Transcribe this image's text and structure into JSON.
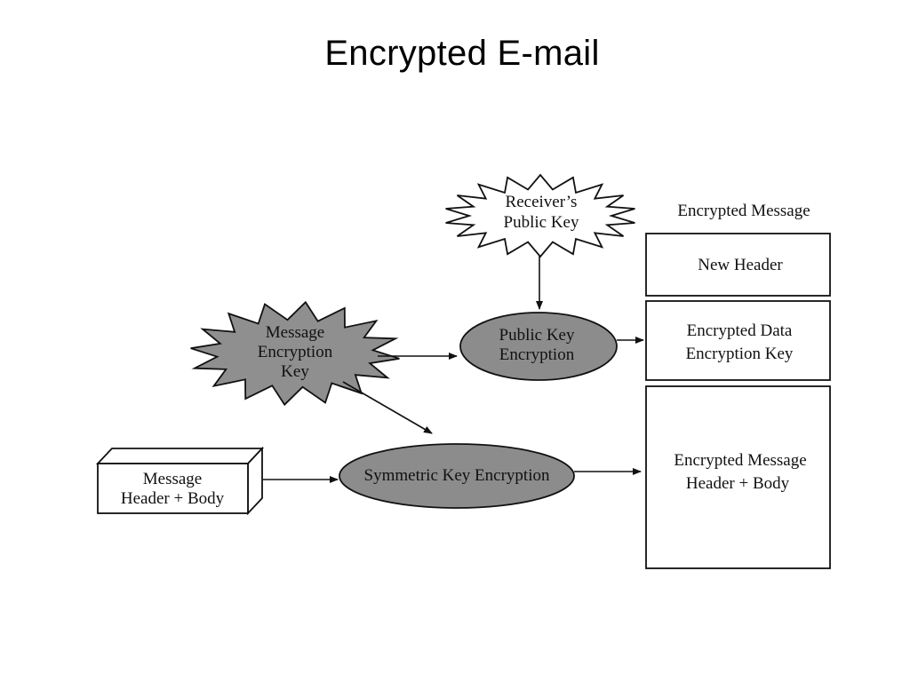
{
  "slide": {
    "title": "Encrypted E-mail"
  },
  "diagram": {
    "receiver_key": {
      "line1": "Receiver’s",
      "line2": "Public Key"
    },
    "message_key": {
      "line1": "Message",
      "line2": "Encryption",
      "line3": "Key"
    },
    "public_key_encryption": {
      "line1": "Public Key",
      "line2": "Encryption"
    },
    "symmetric_key_encryption": {
      "label": "Symmetric Key Encryption"
    },
    "message_box": {
      "line1": "Message",
      "line2": "Header + Body"
    },
    "encrypted_message": {
      "heading": "Encrypted Message",
      "new_header": "New Header",
      "encrypted_key": {
        "line1": "Encrypted Data",
        "line2": "Encryption Key"
      },
      "encrypted_body": {
        "line1": "Encrypted Message",
        "line2": "Header + Body"
      }
    },
    "colors": {
      "line": "#111111",
      "ellipse_fill": "#8c8c8c",
      "starburst_dark_fill": "#8f8f8f",
      "starburst_light_fill": "#ffffff"
    }
  }
}
